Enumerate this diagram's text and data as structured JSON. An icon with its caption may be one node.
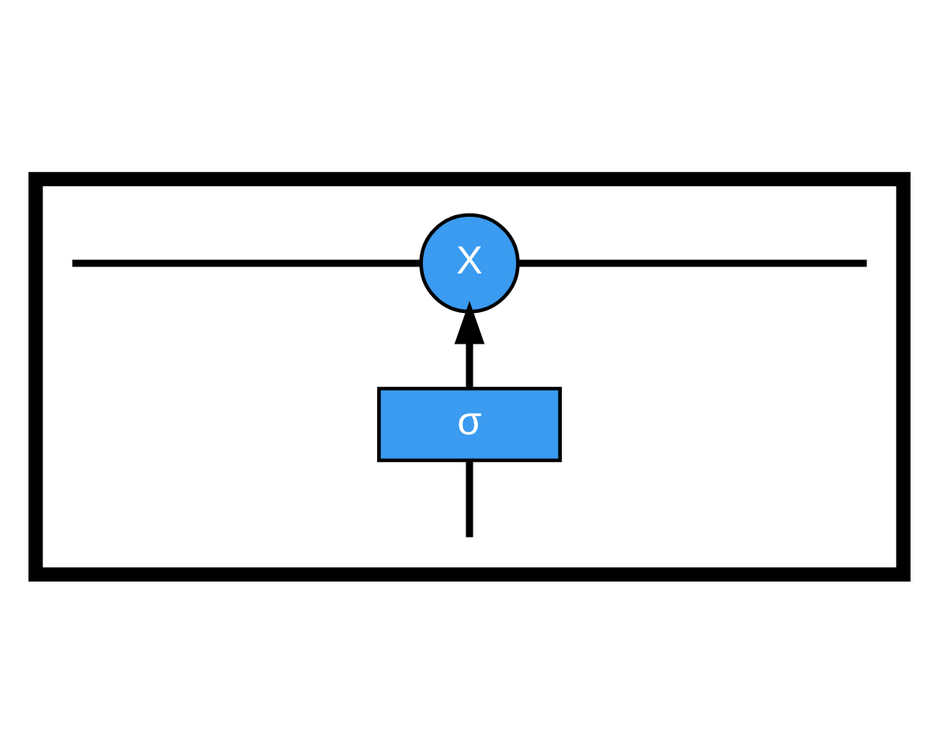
{
  "diagram": {
    "nodes": [
      {
        "text": [],
        "shape": "box"
      },
      {
        "text": [
          "X"
        ],
        "in": 0
      },
      {
        "text": [
          "σ"
        ],
        "in": 0
      }
    ],
    "edges": [
      {
        "from": null,
        "to": 1,
        "arrow": "none"
      },
      {
        "from": 1,
        "to": null,
        "arrow": "none"
      },
      {
        "from": 2,
        "to": 1,
        "arrow": "to"
      },
      {
        "from": null,
        "to": 2,
        "arrow": "none"
      }
    ]
  }
}
